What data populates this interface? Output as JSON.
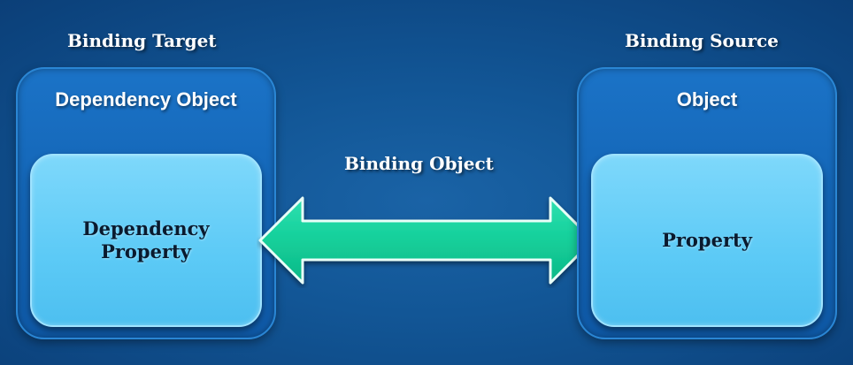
{
  "target": {
    "heading": "Binding Target",
    "outer_title": "Dependency Object",
    "inner_line1": "Dependency",
    "inner_line2": "Property"
  },
  "source": {
    "heading": "Binding Source",
    "outer_title": "Object",
    "inner_label": "Property"
  },
  "connector": {
    "label": "Binding Object",
    "icon": "double-arrow-icon",
    "color": "#13cf9a"
  },
  "colors": {
    "background": "#125696",
    "outer_box": "#1466b7",
    "inner_box": "#5ccaf6",
    "heading_text": "#ffffff",
    "inner_text": "#0a1a2e"
  }
}
